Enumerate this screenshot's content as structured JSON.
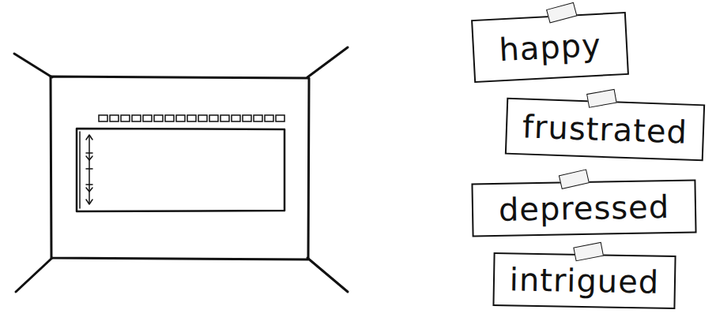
{
  "diagram": {
    "nodes": [
      {
        "text": [
          "happy"
        ]
      },
      {
        "text": [
          "frustrated"
        ]
      },
      {
        "text": [
          "depressed"
        ]
      },
      {
        "text": [
          "intrigued"
        ]
      }
    ]
  }
}
